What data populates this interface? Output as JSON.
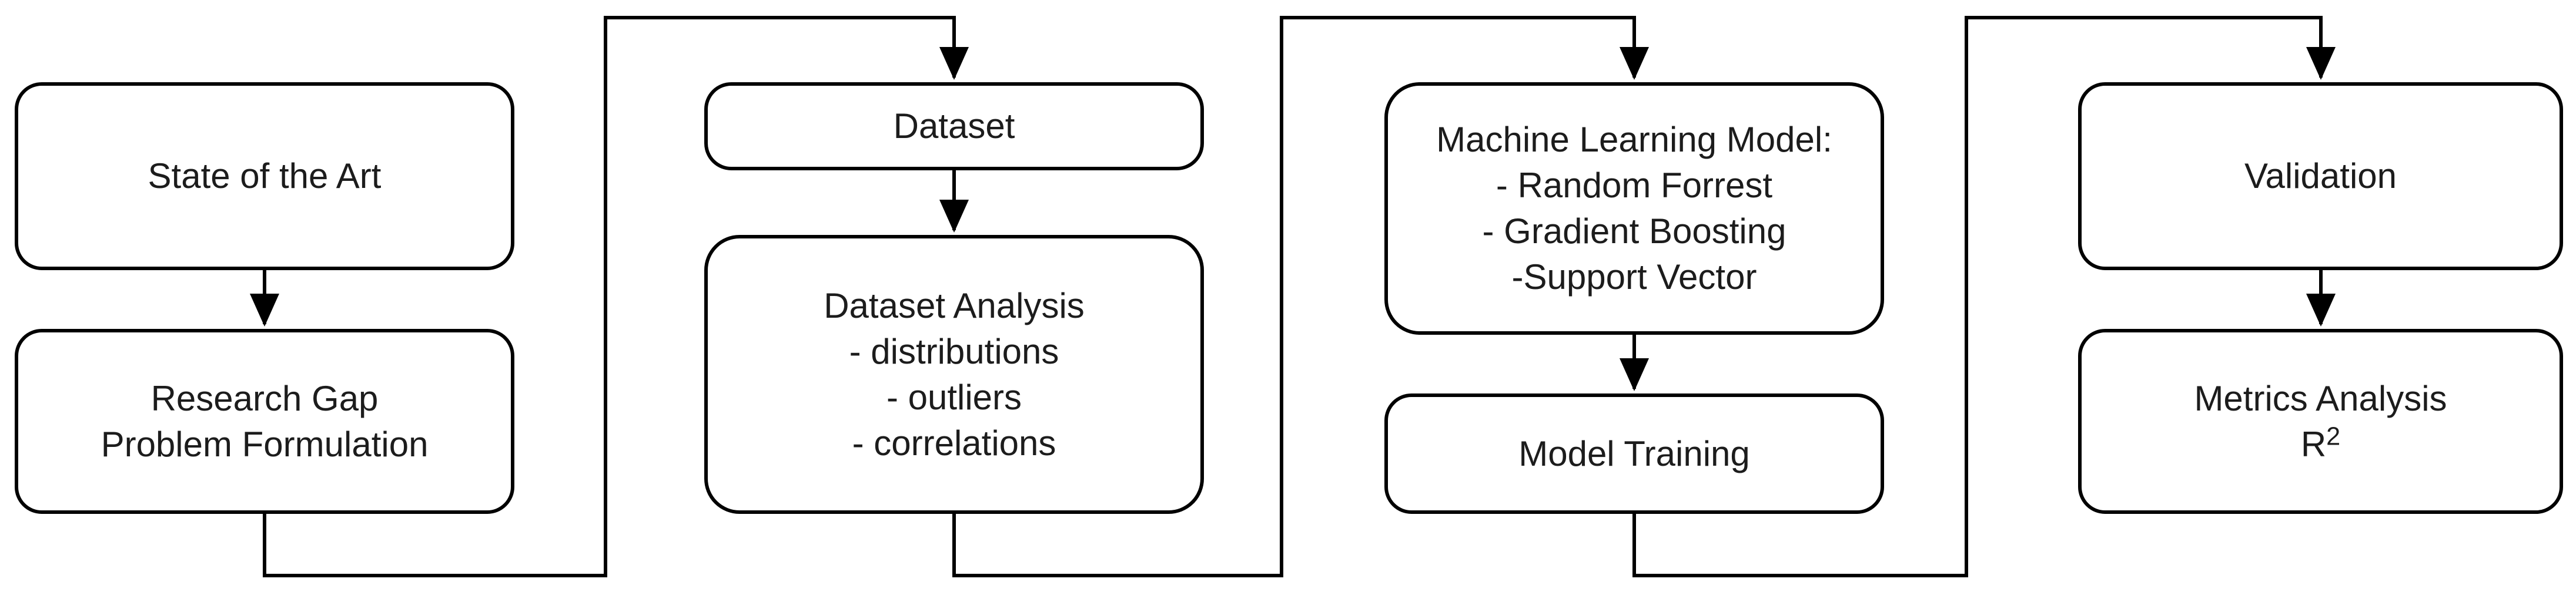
{
  "diagram": {
    "colors": {
      "background": "#ffffff",
      "node_fill": "#ffffff",
      "node_border": "#000000",
      "connector": "#000000",
      "text": "#1c1c1c"
    },
    "nodes": [
      {
        "name": "state-of-the-art",
        "lines": [
          "State of the Art"
        ]
      },
      {
        "name": "research-gap-problem-formulation",
        "lines": [
          "Research Gap",
          "Problem Formulation"
        ]
      },
      {
        "name": "dataset",
        "lines": [
          "Dataset"
        ]
      },
      {
        "name": "dataset-analysis",
        "lines": [
          "Dataset Analysis",
          "- distributions",
          "- outliers",
          "- correlations"
        ]
      },
      {
        "name": "machine-learning-model",
        "lines": [
          "Machine Learning Model:",
          "- Random Forrest",
          "- Gradient Boosting",
          "-Support Vector"
        ]
      },
      {
        "name": "model-training",
        "lines": [
          "Model Training"
        ]
      },
      {
        "name": "validation",
        "lines": [
          "Validation"
        ]
      },
      {
        "name": "metrics-analysis",
        "lines": [
          "Metrics Analysis"
        ],
        "formula": {
          "base": "R",
          "superscript": "2"
        }
      }
    ],
    "edges": [
      {
        "from": "state-of-the-art",
        "to": "research-gap-problem-formulation",
        "arrow": "down"
      },
      {
        "from": "research-gap-problem-formulation",
        "to": "dataset",
        "arrow": "down",
        "route": "bottom-rail-up-top-rail"
      },
      {
        "from": "dataset",
        "to": "dataset-analysis",
        "arrow": "down"
      },
      {
        "from": "dataset-analysis",
        "to": "machine-learning-model",
        "arrow": "down",
        "route": "bottom-rail-up-top-rail"
      },
      {
        "from": "machine-learning-model",
        "to": "model-training",
        "arrow": "down"
      },
      {
        "from": "model-training",
        "to": "validation",
        "arrow": "down",
        "route": "bottom-rail-up-top-rail"
      },
      {
        "from": "validation",
        "to": "metrics-analysis",
        "arrow": "down"
      }
    ]
  }
}
